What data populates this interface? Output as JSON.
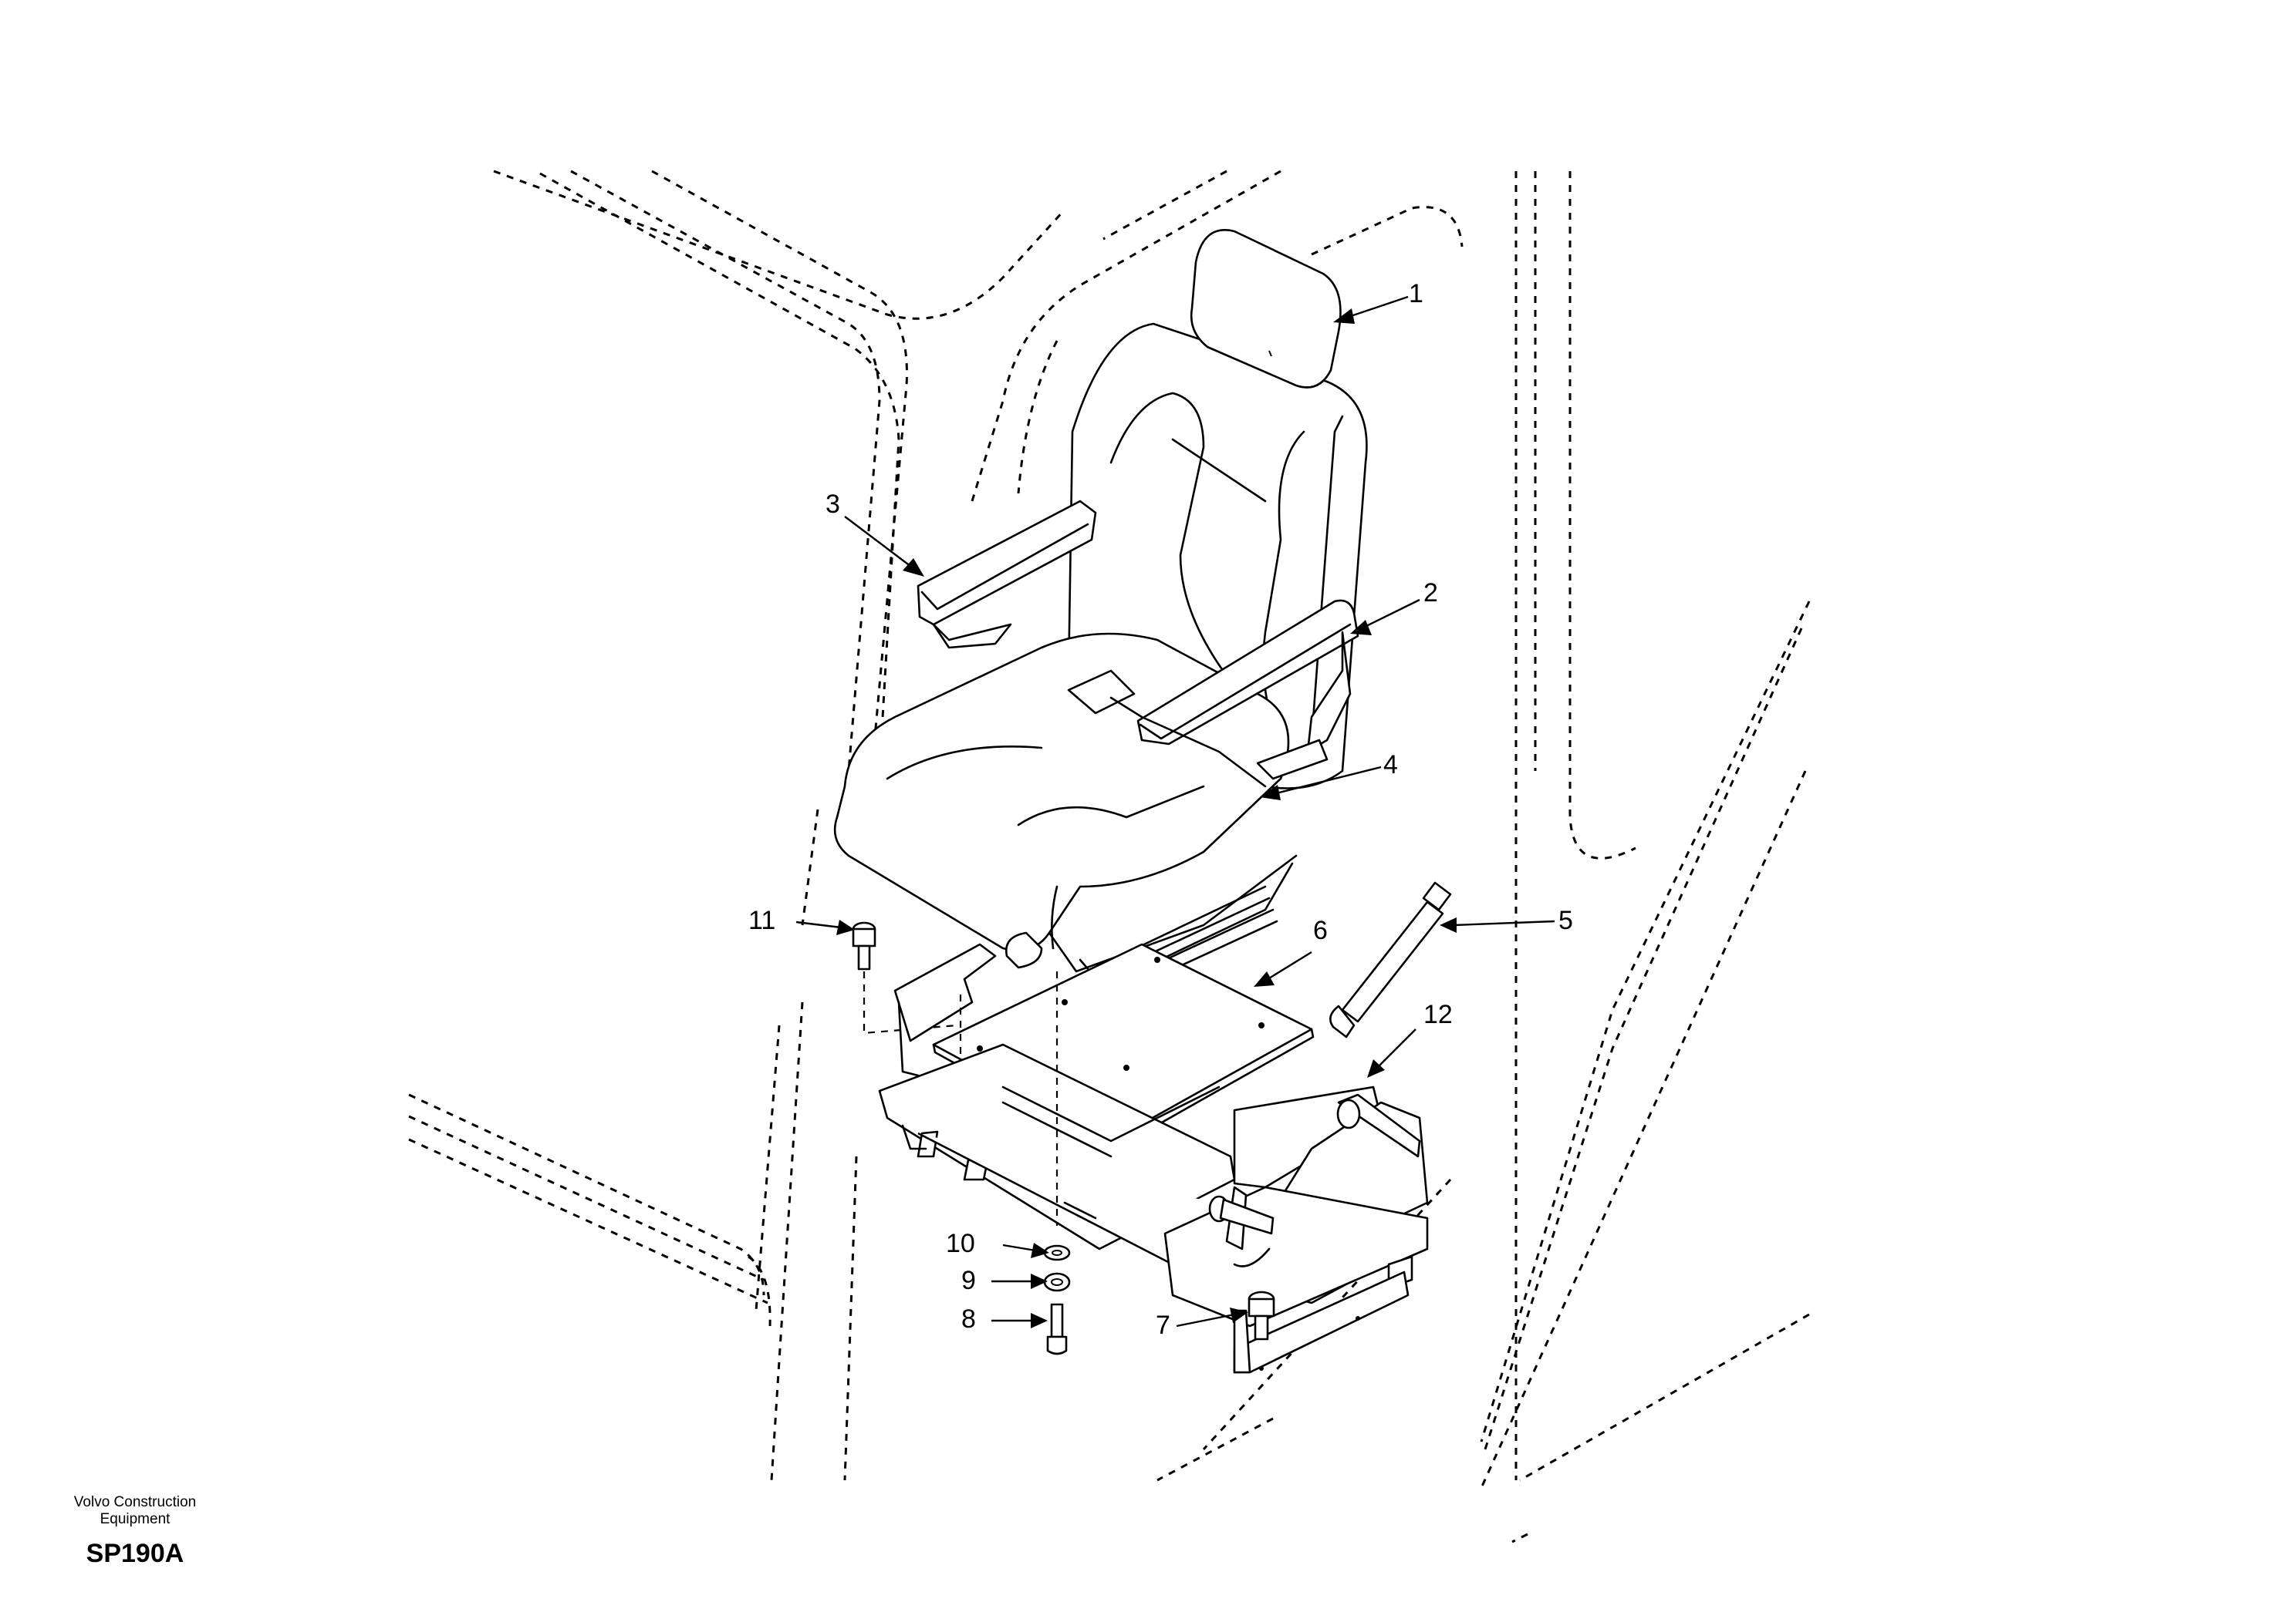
{
  "footer": {
    "brand": "Volvo Construction Equipment",
    "code": "SP190A"
  },
  "callouts": [
    {
      "id": "1",
      "label": "1"
    },
    {
      "id": "2",
      "label": "2"
    },
    {
      "id": "3",
      "label": "3"
    },
    {
      "id": "4",
      "label": "4"
    },
    {
      "id": "5",
      "label": "5"
    },
    {
      "id": "6",
      "label": "6"
    },
    {
      "id": "7",
      "label": "7"
    },
    {
      "id": "8",
      "label": "8"
    },
    {
      "id": "9",
      "label": "9"
    },
    {
      "id": "10",
      "label": "10"
    },
    {
      "id": "11",
      "label": "11"
    },
    {
      "id": "12",
      "label": "12"
    }
  ]
}
